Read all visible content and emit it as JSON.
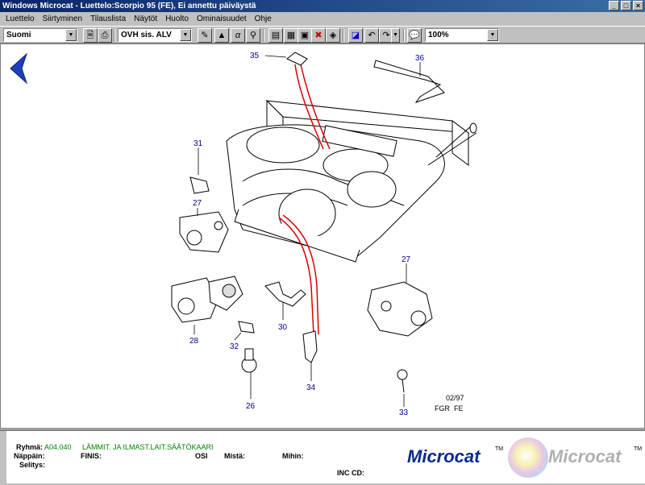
{
  "window": {
    "title": "Windows Microcat - Luettelo:Scorpio 95 (FE), Ei annettu päiväystä",
    "buttons": [
      "_",
      "□",
      "×"
    ]
  },
  "menu": [
    "Luettelo",
    "Siirtyminen",
    "Tilauslista",
    "Näytöt",
    "Huolto",
    "Ominaisuudet",
    "Ohje"
  ],
  "toolbar": {
    "language": "Suomi",
    "price_mode": "OVH sis. ALV",
    "zoom": "100%"
  },
  "diagram": {
    "callouts": [
      "35",
      "36",
      "31",
      "27",
      "27",
      "28",
      "30",
      "32",
      "34",
      "26",
      "33"
    ],
    "ref_date": "02/97",
    "ref_code": "FGR  FE"
  },
  "info": {
    "ryhma_label": "Ryhmä:",
    "ryhma_value": "A04.040",
    "ryhma_desc": "LÄMMIT. JA ILMAST.LAIT.SÄÄTÖKAARI",
    "nappain_label": "Näppäin:",
    "finis_label": "FINIS:",
    "osi_label": "OSI",
    "mista_label": "Mistä:",
    "mihin_label": "Mihin:",
    "selitys_label": "Selitys:",
    "inc_cd_label": "INC CD:"
  },
  "logo": {
    "text": "Microcat",
    "tm": "TM"
  },
  "colors": {
    "title_bar": "#0a246a",
    "callout": "#00008b",
    "info_value": "#008000",
    "logo_primary": "#0a2a8a"
  }
}
